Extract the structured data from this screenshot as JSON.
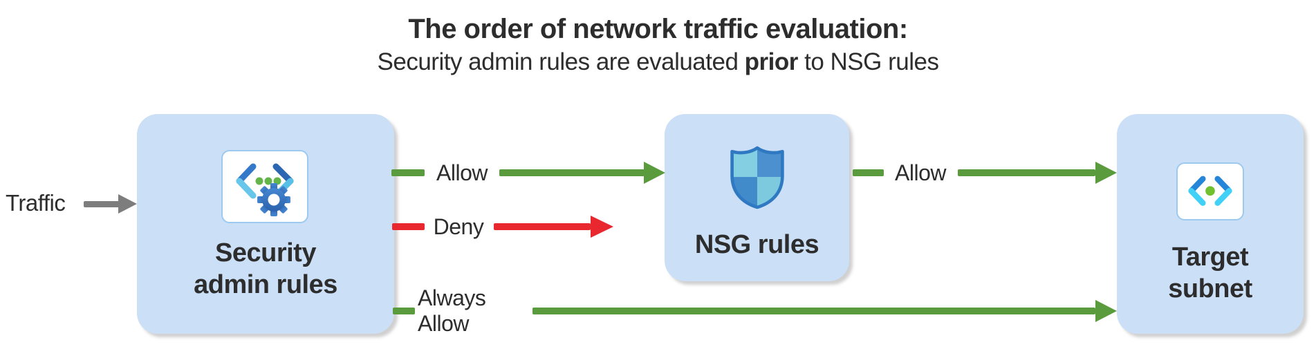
{
  "header": {
    "title": "The order of network traffic evaluation:",
    "subtitle_prefix": "Security admin rules are evaluated ",
    "subtitle_bold": "prior",
    "subtitle_suffix": " to NSG rules"
  },
  "traffic": {
    "label": "Traffic"
  },
  "nodes": {
    "security_admin": {
      "lines": [
        "Security",
        "admin rules"
      ],
      "icon": "virtual-network-manager-icon"
    },
    "nsg": {
      "label": "NSG rules",
      "icon": "nsg-shield-icon"
    },
    "target_subnet": {
      "lines": [
        "Target",
        "subnet"
      ],
      "icon": "subnet-icon"
    }
  },
  "edges": {
    "allow_to_nsg": {
      "label": "Allow",
      "result": "allow"
    },
    "deny": {
      "label": "Deny",
      "result": "deny"
    },
    "allow_to_subnet": {
      "label": "Allow",
      "result": "allow"
    },
    "always_allow": {
      "label": "Always Allow",
      "result": "allow"
    }
  },
  "colors": {
    "allow-green": "#5a9b3d",
    "deny-red": "#e8272e",
    "traffic-gray": "#7d7d7d",
    "box-fill": "#cbdff7",
    "text-dark": "#2d2d2d",
    "card-border": "#9cc9ef"
  }
}
